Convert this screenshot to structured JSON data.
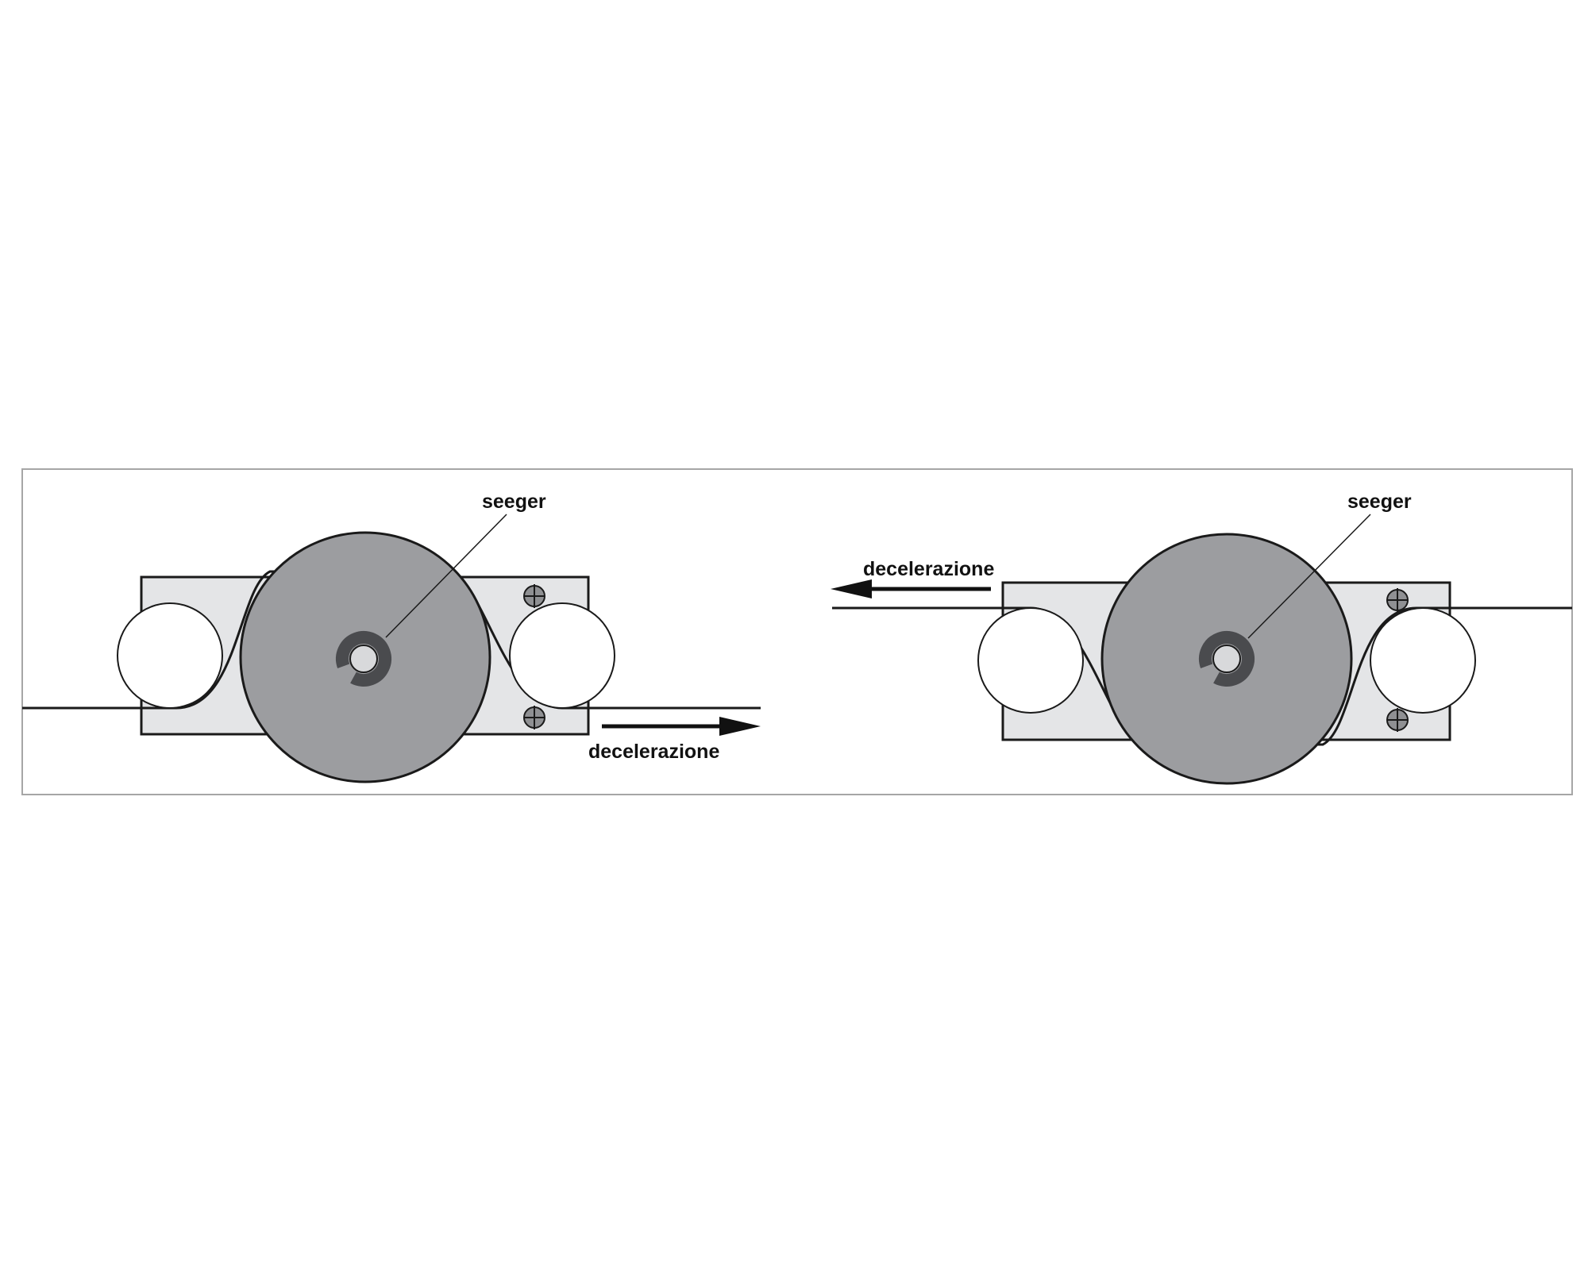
{
  "colors": {
    "frame": "#a6a6a6",
    "plate": "#e4e5e7",
    "wheel": "#9c9da0",
    "roller": "#ffffff",
    "stroke": "#1a1a1a",
    "seeger": "#4a4b4e",
    "bolt": "#8f9093"
  },
  "left_panel": {
    "seeger_label": "seeger",
    "direction_label": "decelerazione",
    "direction": "right"
  },
  "right_panel": {
    "seeger_label": "seeger",
    "direction_label": "decelerazione",
    "direction": "left"
  }
}
